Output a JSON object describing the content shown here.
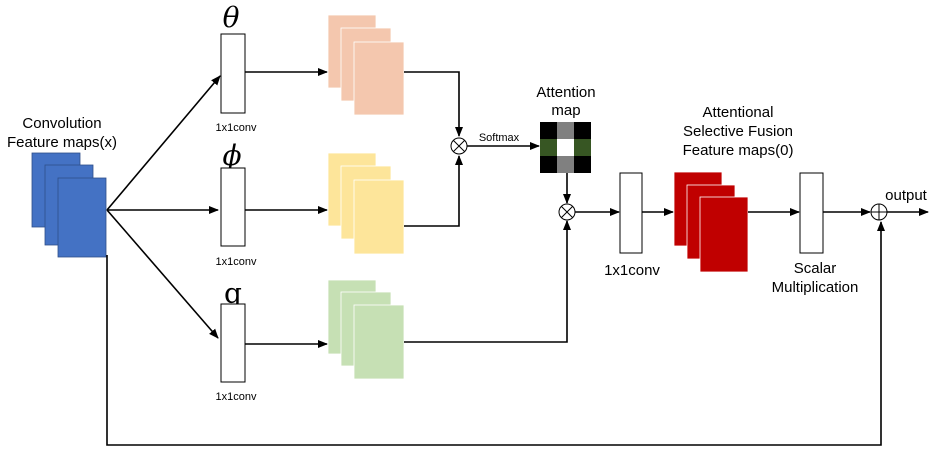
{
  "input": {
    "label_line1": "Convolution",
    "label_line2": "Feature maps(x)"
  },
  "branches": [
    {
      "symbol": "θ",
      "conv_label": "1x1conv"
    },
    {
      "symbol": "ϕ",
      "conv_label": "1x1conv"
    },
    {
      "symbol": "g",
      "conv_label": "1x1conv"
    }
  ],
  "softmax_label": "Softmax",
  "attention_map": {
    "line1": "Attention",
    "line2": "map"
  },
  "fusion_conv_label": "1x1conv",
  "fusion_maps": {
    "line1": "Attentional",
    "line2": "Selective Fusion",
    "line3": "Feature maps(0)"
  },
  "scalar": {
    "line1": "Scalar",
    "line2": "Multiplication"
  },
  "output_label": "output",
  "colors": {
    "input_maps": "#4472c4",
    "theta_maps": "#f4c7ae",
    "phi_maps": "#fde59a",
    "g_maps": "#c6e0b4",
    "fusion_maps": "#c00000",
    "attention_center": "#ffffff",
    "attention_green": "#375623",
    "attention_gray": "#808080"
  },
  "icons": [
    "multiply-icon",
    "add-icon"
  ]
}
